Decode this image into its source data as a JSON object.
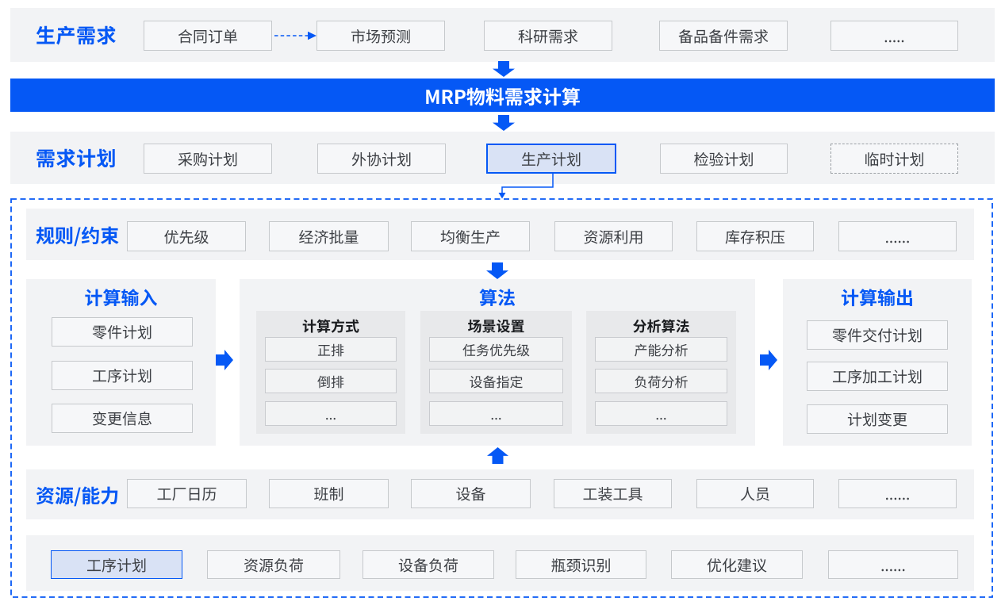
{
  "colors": {
    "brand-blue": "#0558F5",
    "strip-bg": "#F2F3F5",
    "box-bg": "#F6F7F9",
    "box-border": "#C6C9CC",
    "subpanel-bg": "#E8E9EB",
    "subbox-bg": "#F2F3F4",
    "subbox-border": "#C9CBCF",
    "highlight-bg": "#D9E2F5",
    "box-text": "#3D4045",
    "header-text": "#1A1C1F",
    "banner-text": "#FFFFFF"
  },
  "production_demand_row": {
    "label": "生产需求",
    "items": [
      "合同订单",
      "市场预测",
      "科研需求",
      "备品备件需求",
      "....."
    ]
  },
  "mrp_banner": {
    "title": "MRP物料需求计算"
  },
  "demand_plan_row": {
    "label": "需求计划",
    "items": [
      "采购计划",
      "外协计划",
      "生产计划",
      "检验计划",
      "临时计划"
    ]
  },
  "planning_container": {
    "rules_row": {
      "label": "规则/约束",
      "items": [
        "优先级",
        "经济批量",
        "均衡生产",
        "资源利用",
        "库存积压",
        "......"
      ]
    },
    "calc_input_panel": {
      "title": "计算输入",
      "items": [
        "零件计划",
        "工序计划",
        "变更信息"
      ]
    },
    "algorithm_panel": {
      "title": "算法",
      "groups": [
        {
          "title": "计算方式",
          "items": [
            "正排",
            "倒排",
            "..."
          ]
        },
        {
          "title": "场景设置",
          "items": [
            "任务优先级",
            "设备指定",
            "..."
          ]
        },
        {
          "title": "分析算法",
          "items": [
            "产能分析",
            "负荷分析",
            "..."
          ]
        }
      ]
    },
    "calc_output_panel": {
      "title": "计算输出",
      "items": [
        "零件交付计划",
        "工序加工计划",
        "计划变更"
      ]
    },
    "resources_row": {
      "label": "资源/能力",
      "items": [
        "工厂日历",
        "班制",
        "设备",
        "工装工具",
        "人员",
        "......"
      ]
    },
    "results_row": {
      "items": [
        "工序计划",
        "资源负荷",
        "设备负荷",
        "瓶颈识别",
        "优化建议",
        "......"
      ]
    }
  }
}
